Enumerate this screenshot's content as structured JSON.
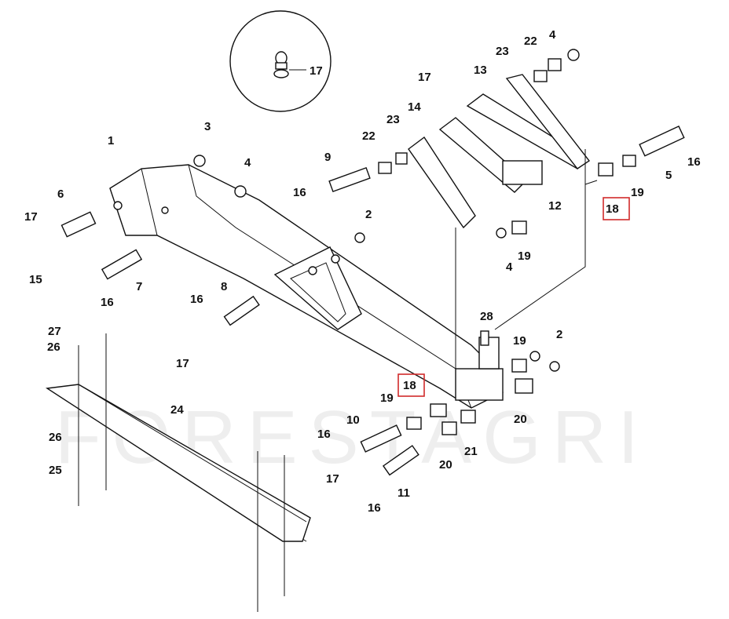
{
  "watermark": "FORESTAGRI",
  "highlight_color": "#d12b2b",
  "callouts": [
    {
      "id": "inset-17",
      "text": "17"
    },
    {
      "id": "c3",
      "text": "3"
    },
    {
      "id": "c1",
      "text": "1"
    },
    {
      "id": "c4a",
      "text": "4"
    },
    {
      "id": "c6",
      "text": "6"
    },
    {
      "id": "c17a",
      "text": "17"
    },
    {
      "id": "c15",
      "text": "15"
    },
    {
      "id": "c7",
      "text": "7"
    },
    {
      "id": "c16a",
      "text": "16"
    },
    {
      "id": "c22a",
      "text": "22"
    },
    {
      "id": "c23a",
      "text": "23"
    },
    {
      "id": "c14",
      "text": "14"
    },
    {
      "id": "c17b",
      "text": "17"
    },
    {
      "id": "c13",
      "text": "13"
    },
    {
      "id": "c23b",
      "text": "23"
    },
    {
      "id": "c22b",
      "text": "22"
    },
    {
      "id": "c4b",
      "text": "4"
    },
    {
      "id": "c9",
      "text": "9"
    },
    {
      "id": "c16b",
      "text": "16"
    },
    {
      "id": "c2a",
      "text": "2"
    },
    {
      "id": "c12",
      "text": "12"
    },
    {
      "id": "c19a",
      "text": "19"
    },
    {
      "id": "c4c",
      "text": "4"
    },
    {
      "id": "c18a",
      "text": "18",
      "highlighted": true
    },
    {
      "id": "c19b",
      "text": "19"
    },
    {
      "id": "c5",
      "text": "5"
    },
    {
      "id": "c16c",
      "text": "16"
    },
    {
      "id": "c8",
      "text": "8"
    },
    {
      "id": "c16d",
      "text": "16"
    },
    {
      "id": "c17c",
      "text": "17"
    },
    {
      "id": "c28",
      "text": "28"
    },
    {
      "id": "c19c",
      "text": "19"
    },
    {
      "id": "c2b",
      "text": "2"
    },
    {
      "id": "c20a",
      "text": "20"
    },
    {
      "id": "c21",
      "text": "21"
    },
    {
      "id": "c20b",
      "text": "20"
    },
    {
      "id": "c18b",
      "text": "18",
      "highlighted": true
    },
    {
      "id": "c19d",
      "text": "19"
    },
    {
      "id": "c10",
      "text": "10"
    },
    {
      "id": "c16e",
      "text": "16"
    },
    {
      "id": "c17d",
      "text": "17"
    },
    {
      "id": "c11",
      "text": "11"
    },
    {
      "id": "c16f",
      "text": "16"
    },
    {
      "id": "c27",
      "text": "27"
    },
    {
      "id": "c26a",
      "text": "26"
    },
    {
      "id": "c24",
      "text": "24"
    },
    {
      "id": "c26b",
      "text": "26"
    },
    {
      "id": "c25",
      "text": "25"
    }
  ]
}
